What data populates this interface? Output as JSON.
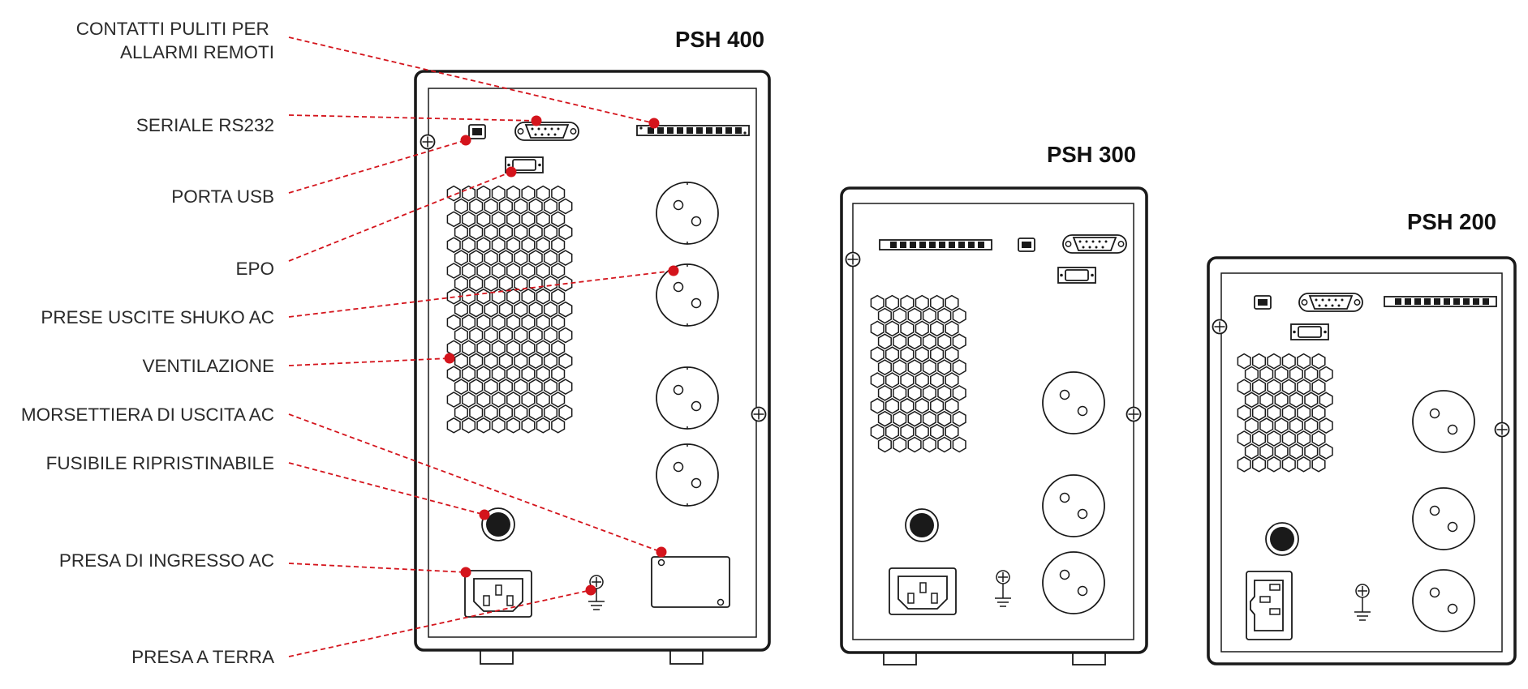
{
  "colors": {
    "accent": "#d4141c",
    "outline": "#1a1a1a",
    "label": "#2b2b2b"
  },
  "units": [
    {
      "title": "PSH 400"
    },
    {
      "title": "PSH 300"
    },
    {
      "title": "PSH 200"
    }
  ],
  "callouts": [
    {
      "lines": [
        "CONTATTI PULITI PER",
        "ALLARMI REMOTI"
      ]
    },
    {
      "lines": [
        "SERIALE RS232"
      ]
    },
    {
      "lines": [
        "PORTA USB"
      ]
    },
    {
      "lines": [
        "EPO"
      ]
    },
    {
      "lines": [
        "PRESE USCITE SHUKO AC"
      ]
    },
    {
      "lines": [
        "VENTILAZIONE"
      ]
    },
    {
      "lines": [
        "MORSETTIERA DI USCITA AC"
      ]
    },
    {
      "lines": [
        "FUSIBILE RIPRISTINABILE"
      ]
    },
    {
      "lines": [
        "PRESA DI INGRESSO AC"
      ]
    },
    {
      "lines": [
        "PRESA A TERRA"
      ]
    }
  ]
}
